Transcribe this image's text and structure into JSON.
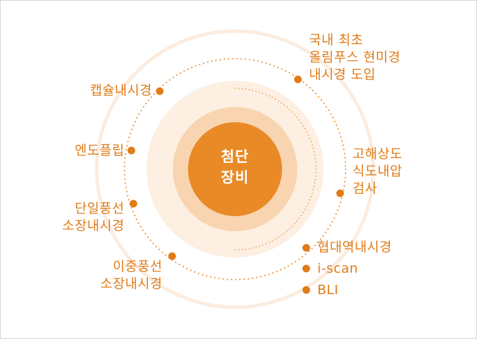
{
  "center": {
    "line1": "첨단",
    "line2": "장비"
  },
  "labels": {
    "top_right": {
      "line1": "국내 최초",
      "line2": "올림푸스 현미경",
      "line3": "내시경 도입"
    },
    "capsule": "캡슐내시경",
    "endo_flip": "엔도플립",
    "single_balloon": {
      "line1": "단일풍선",
      "line2": "소장내시경"
    },
    "double_balloon": {
      "line1": "이중풍선",
      "line2": "소장내시경"
    },
    "high_res": {
      "line1": "고해상도",
      "line2": "식도내압",
      "line3": "검사"
    },
    "list": [
      "협대역내시경",
      "i-scan",
      "BLI"
    ]
  },
  "colors": {
    "accent": "#e07b17",
    "core": "#e98a27",
    "ring_inner": "#f8d5b0",
    "ring_outer": "#fdefe1",
    "faint_ring": "#fbece0"
  }
}
